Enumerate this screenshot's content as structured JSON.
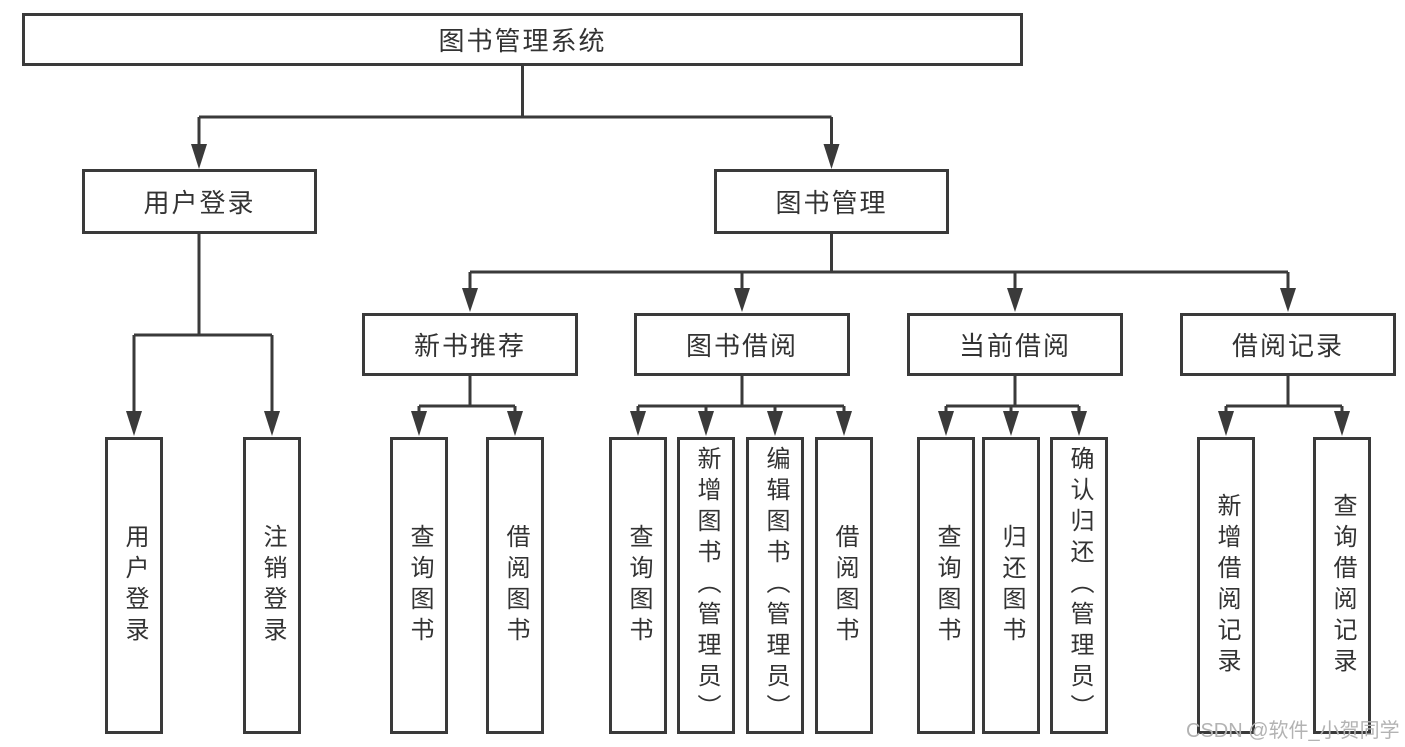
{
  "diagram": {
    "root": {
      "label": "图书管理系统",
      "children": [
        {
          "label": "用户登录",
          "children": [
            {
              "label": "用户登录"
            },
            {
              "label": "注销登录"
            }
          ]
        },
        {
          "label": "图书管理",
          "children": [
            {
              "label": "新书推荐",
              "children": [
                {
                  "label": "查询图书"
                },
                {
                  "label": "借阅图书"
                }
              ]
            },
            {
              "label": "图书借阅",
              "children": [
                {
                  "label": "查询图书"
                },
                {
                  "label": "新增图书（管理员）"
                },
                {
                  "label": "编辑图书（管理员）"
                },
                {
                  "label": "借阅图书"
                }
              ]
            },
            {
              "label": "当前借阅",
              "children": [
                {
                  "label": "查询图书"
                },
                {
                  "label": "归还图书"
                },
                {
                  "label": "确认归还（管理员）"
                }
              ]
            },
            {
              "label": "借阅记录",
              "children": [
                {
                  "label": "新增借阅记录"
                },
                {
                  "label": "查询借阅记录"
                }
              ]
            }
          ]
        }
      ]
    }
  },
  "watermark": {
    "text": "CSDN @软件_小贺同学"
  },
  "colors": {
    "line": "#3a3a3a",
    "text": "#333333",
    "watermark": "#b3b3b3",
    "background": "#ffffff"
  }
}
